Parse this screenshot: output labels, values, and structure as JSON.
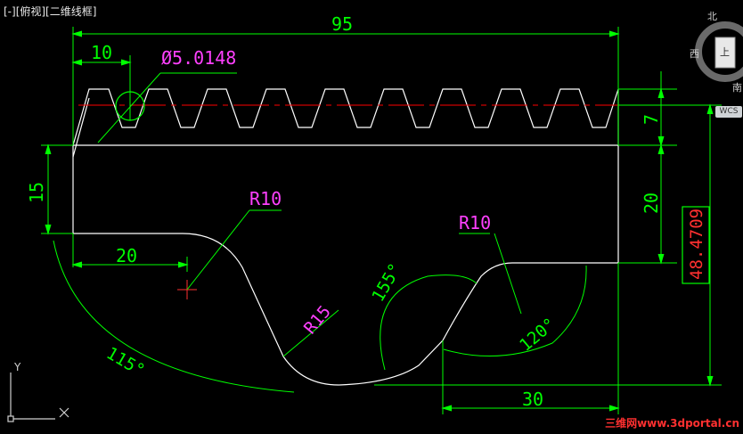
{
  "viewport": {
    "label": "[-][俯视][二维线框]"
  },
  "viewcube": {
    "north": "北",
    "south": "南",
    "west": "西",
    "top_face": "上",
    "wcs": "WCS"
  },
  "ucs": {
    "x": "X",
    "y": "Y"
  },
  "dimensions": {
    "overall_width": "95",
    "pitch": "10",
    "diameter": "Ø5.0148",
    "tooth_height": "7",
    "left_height": "15",
    "right_height": "20",
    "total_height": "48.4709",
    "left_offset": "20",
    "radius_left": "R10",
    "radius_mid": "R15",
    "radius_right": "R10",
    "angle_left": "115°",
    "angle_mid": "155°",
    "angle_right": "120°",
    "bottom_width": "30"
  },
  "colors": {
    "background": "#000000",
    "geometry": "#ffffff",
    "dimension": "#00ff00",
    "annotation": "#ff00ff",
    "highlight": "#ff3030",
    "centerline": "#ff0000"
  },
  "watermark": "三维网www.3dportal.cn"
}
